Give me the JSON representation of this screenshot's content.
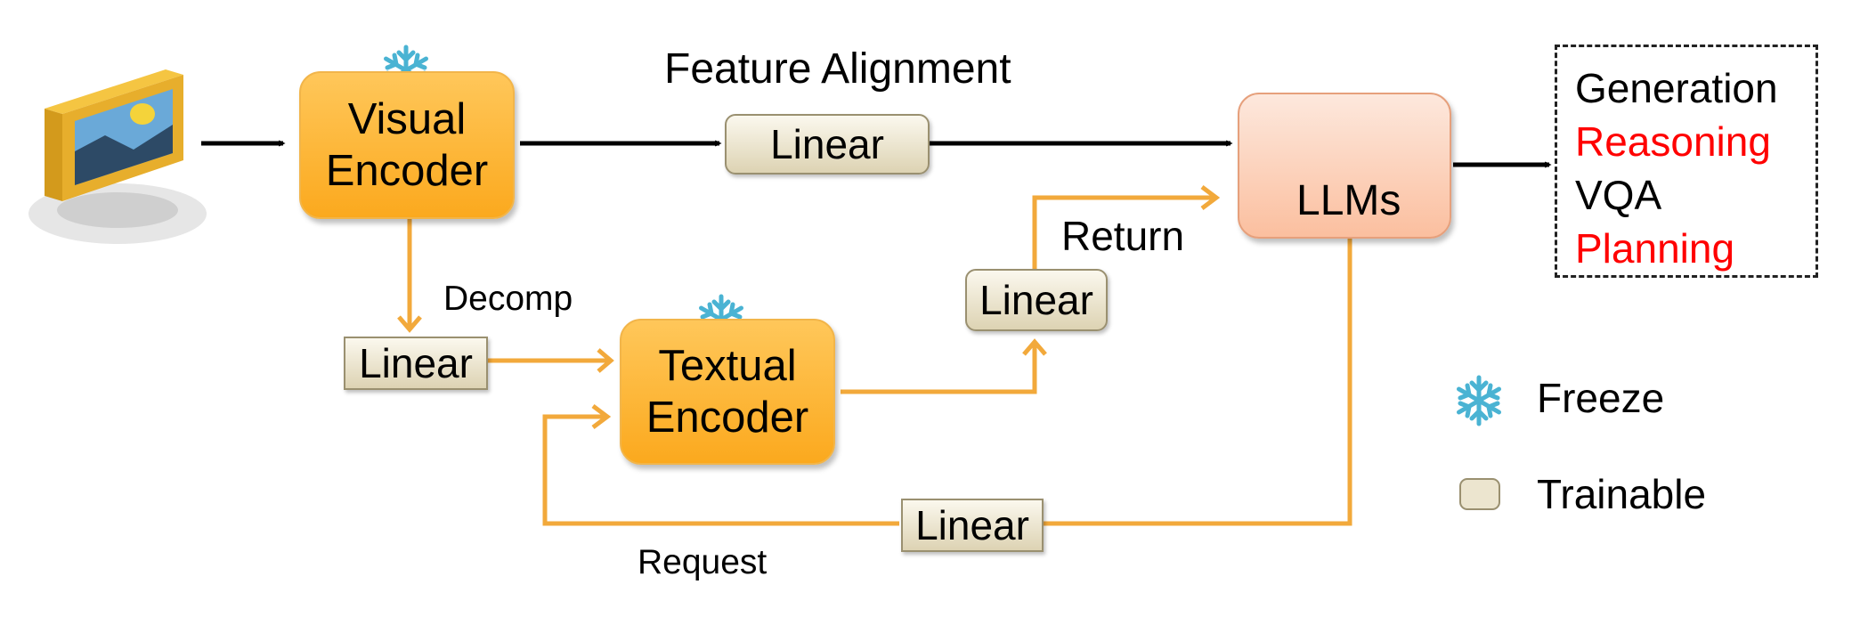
{
  "title": "Feature Alignment",
  "modules": {
    "visual_encoder": "Visual\nEncoder",
    "textual_encoder": "Textual\nEncoder",
    "llm": "LLMs",
    "linear": "Linear"
  },
  "edge_labels": {
    "decomp": "Decomp",
    "return": "Return",
    "request": "Request"
  },
  "outputs": [
    {
      "label": "Generation",
      "color": "#000000"
    },
    {
      "label": "Reasoning",
      "color": "#ff0000"
    },
    {
      "label": "VQA",
      "color": "#000000"
    },
    {
      "label": "Planning",
      "color": "#ff0000"
    }
  ],
  "legend": {
    "freeze": "Freeze",
    "trainable": "Trainable"
  },
  "colors": {
    "frozen_module": "#fbb02c",
    "llm_module": "#fbc8ab",
    "trainable_module": "#ece5cf",
    "flow_arrow": "#f2a93b",
    "snowflake": "#4ab3d3"
  },
  "icons": {
    "image_input": "framed-picture-icon",
    "freeze": "snowflake-icon"
  }
}
